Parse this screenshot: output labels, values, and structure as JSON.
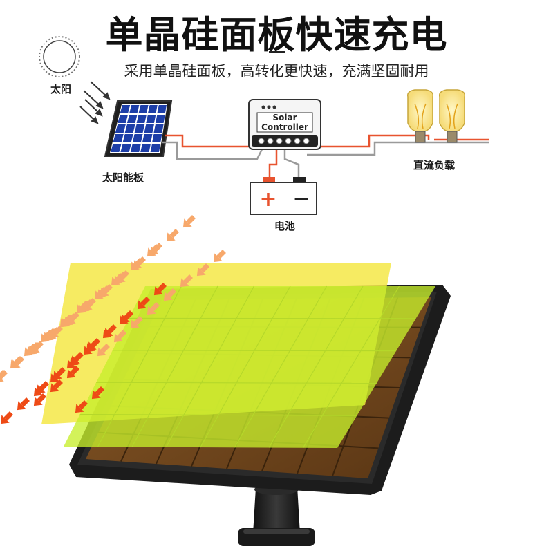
{
  "headline": "单晶硅面板快速充电",
  "subline": "采用单晶硅面板，高转化更快速，充满坚固耐用",
  "diagram": {
    "sun_label": "太阳",
    "panel_label": "太阳能板",
    "controller_line1": "Solar",
    "controller_line2": "Controller",
    "battery_label": "电池",
    "battery_plus": "+",
    "battery_minus": "−",
    "load_label": "直流负载"
  },
  "colors": {
    "wire_red": "#e8532f",
    "wire_gray": "#9a9a9a",
    "yellow_sheet": "#f4e640",
    "green_sheet": "#c6ee2c",
    "arrow_light": "#f7a86b",
    "arrow_dark": "#ee4a16",
    "panel_frame": "#1c1c1c"
  },
  "icons": [
    "sun-icon",
    "sunlight-arrows-icon",
    "solar-panel-icon",
    "controller-icon",
    "battery-icon",
    "bulb-icon"
  ]
}
